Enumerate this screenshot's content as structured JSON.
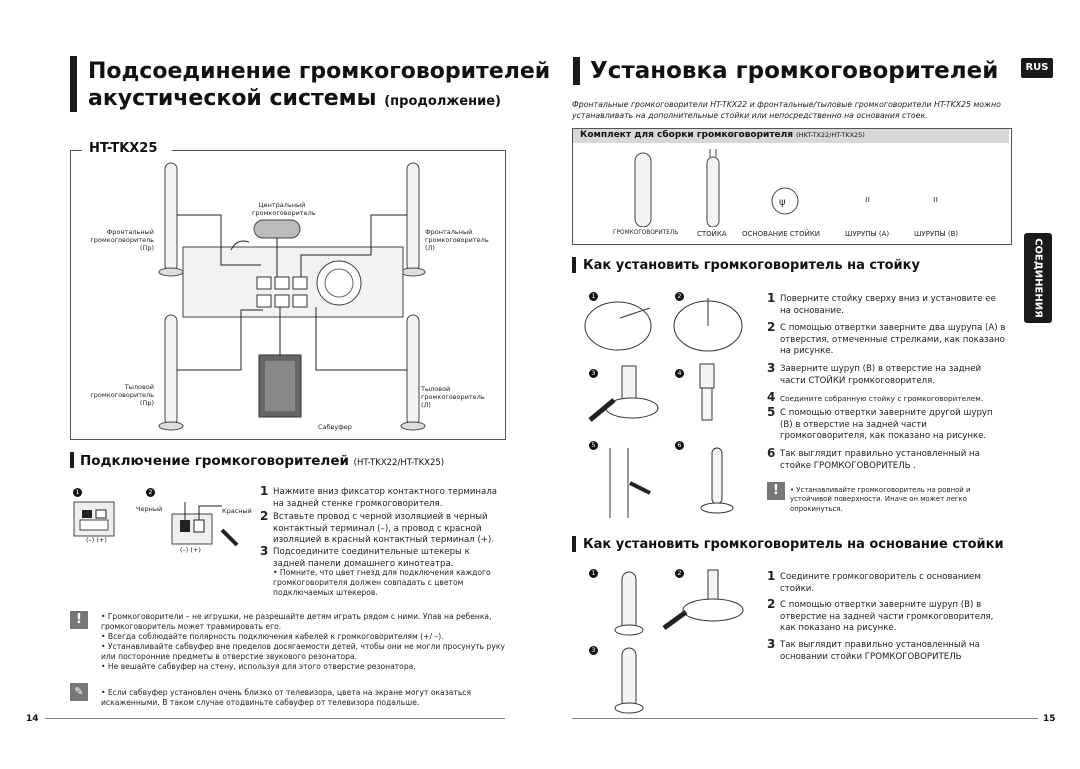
{
  "left": {
    "title_line1": "Подсоединение громкоговорителей",
    "title_line2": "акустической системы",
    "title_suffix": "(продолжение)",
    "model": "HT-TKX25",
    "diagram_labels": {
      "center": "Центральный громкоговоритель",
      "front_r": "Фронтальный громкоговоритель (Пр)",
      "front_l": "Фронтальный громкоговоритель (Л)",
      "rear_r": "Тыловой громкоговоритель (Пр)",
      "rear_l": "Тыловой громкоговоритель (Л)",
      "subwoofer": "Сабвуфер"
    },
    "connect_title": "Подключение громкоговорителей",
    "connect_models": "(HT-TKX22/HT-TKX25)",
    "black_label": "Черный",
    "red_label": "Красный",
    "polarity": "(–) (+)",
    "steps": [
      {
        "n": "1",
        "text": "Нажмите вниз фиксатор контактного терминала на задней стенке громкоговорителя."
      },
      {
        "n": "2",
        "text": "Вставьте провод с черной изоляцией в черный контактный терминал (–), а провод с красной изоляцией в красный контактный терминал (+)."
      },
      {
        "n": "3",
        "text": "Подсоедините соединительные штекеры к задней панели домашнего кинотеатра."
      }
    ],
    "step3_note": "• Помните, что цвет гнезд для подключения каждого громкоговорителя должен совпадать с цветом подключаемых штекеров.",
    "warnings": [
      "Громкоговорители – не игрушки, не разрешайте детям играть рядом с ними. Упав на ребенка, громкоговоритель может травмировать его.",
      "Всегда соблюдайте полярность подключения кабелей к громкоговорителям (+/ –).",
      "Устанавливайте сабвуфер вне пределов досягаемости детей, чтобы они не могли просунуть руку или посторонние предметы в отверстие звукового резонатора.",
      "Не вешайте сабвуфер на стену, используя для этого отверстие резонатора."
    ],
    "note": "Если сабвуфер установлен очень близко от телевизора, цвета на экране могут оказаться искаженными. В таком случае отодвиньте сабвуфер от телевизора подальше.",
    "page_number": "14"
  },
  "right": {
    "title": "Установка громкоговорителей",
    "lang_badge": "RUS",
    "intro": "Фронтальные громкоговорители HT-TKX22 и фронтальные/тыловые громкоговорители HT-TKX25 можно устанавливать на дополнительные стойки или непосредственно на основания стоек.",
    "kit_title": "Комплект для сборки громкоговорителя",
    "kit_models": "(HKT-TX22/HT-TKX25)",
    "parts": [
      "ГРОМКОГОВОРИТЕЛЬ",
      "СТОЙКА",
      "ОСНОВАНИЕ СТОЙКИ",
      "ШУРУПЫ (A)",
      "ШУРУПЫ (B)"
    ],
    "side_tab": "СОЕДИНЕНИЯ",
    "stand_title": "Как установить громкоговоритель на стойку",
    "stand_steps": [
      {
        "n": "1",
        "text": "Поверните стойку сверху вниз и установите ее на основание."
      },
      {
        "n": "2",
        "text": "С помощью отвертки заверните два шурупа (A) в отверстия, отмеченные стрелками, как показано на рисунке."
      },
      {
        "n": "3",
        "text": "Заверните шуруп (B) в отверстие на задней части СТОЙКИ громкоговорителя."
      },
      {
        "n": "4",
        "text": "Соедините собранную стойку с громкоговорителем."
      },
      {
        "n": "5",
        "text": "С помощью отвертки заверните другой шуруп (B) в отверстие на задней части громкоговорителя, как показано на рисунке."
      },
      {
        "n": "6",
        "text": "Так выглядит правильно установленный на стойке ГРОМКОГОВОРИТЕЛЬ ."
      }
    ],
    "stand_warning": "• Устанавливайте громкоговоритель на ровной и устойчивой поверхности. Иначе он может легко опрокинуться.",
    "base_title": "Как установить громкоговоритель на основание стойки",
    "base_steps": [
      {
        "n": "1",
        "text": "Соедините громкоговоритель с основанием стойки."
      },
      {
        "n": "2",
        "text": "С помощью отвертки заверните шуруп (B) в отверстие на задней части громкоговорителя, как показано на рисунке."
      },
      {
        "n": "3",
        "text": "Так выглядит правильно установленный на основании стойки ГРОМКОГОВОРИТЕЛЬ"
      }
    ],
    "page_number": "15"
  }
}
